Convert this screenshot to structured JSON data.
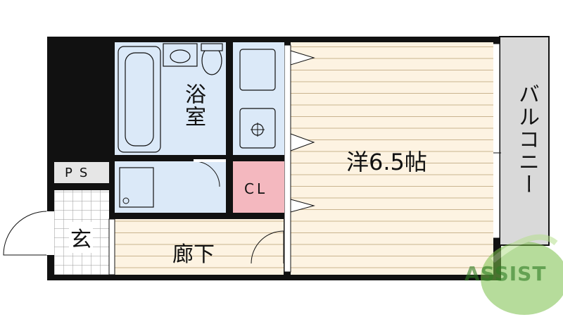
{
  "rooms": {
    "bath": "浴室",
    "western": "洋6.5帖",
    "closet": "CL",
    "hall": "廊下",
    "entrance": "玄",
    "pipe_space": "PS",
    "balcony": "バルコニー"
  },
  "watermark": "ASSIST",
  "colors": {
    "wall": "#111111",
    "wet_area": "#dbe9f8",
    "closet": "#f4b8bf",
    "floor_wood": "#fdf3e2",
    "wood_line": "#c9b48f",
    "balcony": "#d9d9d9",
    "pipe_space": "#e6e6e6",
    "logo_green": "#7cc04a"
  }
}
